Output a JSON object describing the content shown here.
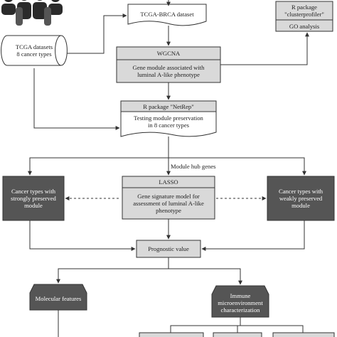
{
  "colors": {
    "light_fill": "#d9d9d9",
    "dark_fill": "#555555",
    "stroke": "#333333",
    "line": "#333333"
  },
  "nodes": {
    "tcga_brca": {
      "label": "TCGA-BRCA dataset"
    },
    "tcga_datasets": {
      "label": "TCGA datasets\n8 cancer types"
    },
    "clusterprofiler": {
      "title": "R package\n\"clusterprofiler\"",
      "sub": "GO analysis"
    },
    "wgcna": {
      "title": "WGCNA",
      "sub": "Gene module associated with\nluminal A-like phenotype"
    },
    "netrep": {
      "title": "R package \"NetRep\"",
      "sub": "Testing module preservation\nin 8 cancer types"
    },
    "lasso": {
      "title": "LASSO",
      "sub": "Gene signature model for\nassessment of luminal A-like\nphenotype"
    },
    "strong": {
      "label": "Cancer types with\nstrongly preserved\nmodule"
    },
    "weak": {
      "label": "Cancer types with\nweakly preserved\nmodule"
    },
    "prognostic": {
      "label": "Prognostic value"
    },
    "molecular": {
      "label": "Molecular features"
    },
    "immune": {
      "label": "Immune\nmicroenvironment\ncharacterization"
    }
  },
  "edges": {
    "hub_label": "Module hub genes"
  }
}
